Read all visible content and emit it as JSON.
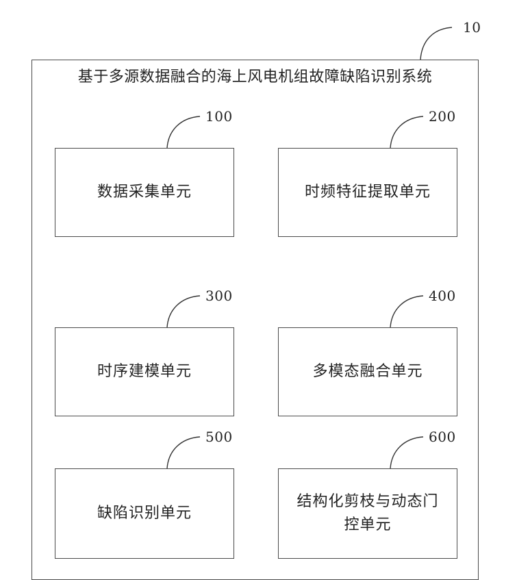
{
  "system": {
    "ref": "10",
    "title": "基于多源数据融合的海上风电机组故障缺陷识别系统"
  },
  "units": [
    {
      "ref": "100",
      "label": "数据采集单元"
    },
    {
      "ref": "200",
      "label": "时频特征提取单元"
    },
    {
      "ref": "300",
      "label": "时序建模单元"
    },
    {
      "ref": "400",
      "label": "多模态融合单元"
    },
    {
      "ref": "500",
      "label": "缺陷识别单元"
    },
    {
      "ref": "600",
      "label": "结构化剪枝与动态门控单元"
    }
  ]
}
